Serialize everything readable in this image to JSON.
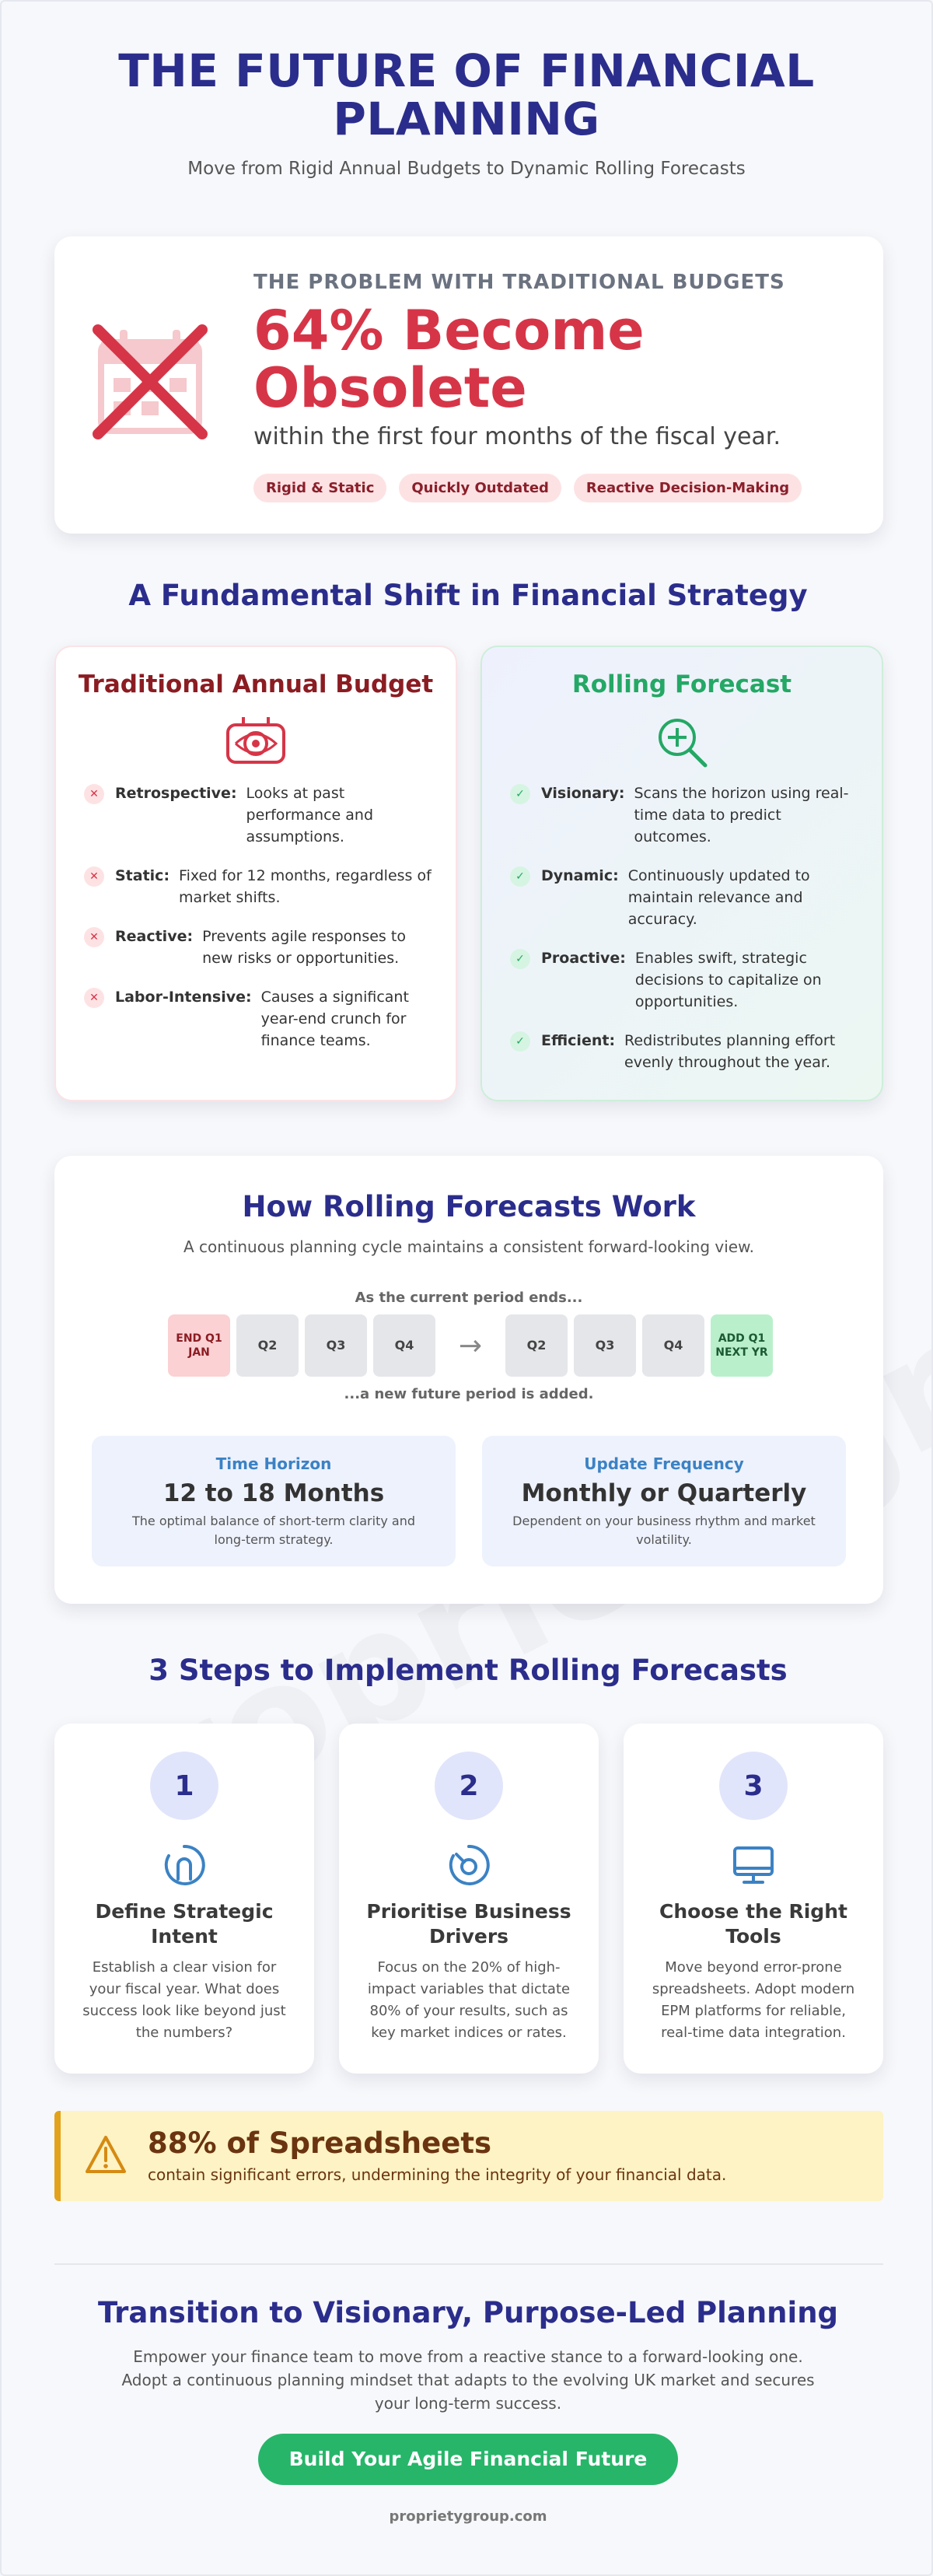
{
  "header": {
    "title": "THE FUTURE OF FINANCIAL PLANNING",
    "subtitle": "Move from Rigid Annual Budgets to Dynamic Rolling Forecasts"
  },
  "problem": {
    "kicker": "THE PROBLEM WITH TRADITIONAL BUDGETS",
    "headline": "64% Become Obsolete",
    "description": "within the first four months of the fiscal year.",
    "tags": [
      "Rigid & Static",
      "Quickly Outdated",
      "Reactive Decision-Making"
    ],
    "icon": "crossed-out-calendar-icon"
  },
  "shift": {
    "title": "A Fundamental Shift in Financial Strategy",
    "traditional": {
      "title": "Traditional Annual Budget",
      "icon": "rearview-eye-icon",
      "items": [
        {
          "term": "Retrospective:",
          "desc": "Looks at past performance and assumptions."
        },
        {
          "term": "Static:",
          "desc": "Fixed for 12 months, regardless of market shifts."
        },
        {
          "term": "Reactive:",
          "desc": "Prevents agile responses to new risks or opportunities."
        },
        {
          "term": "Labor-Intensive:",
          "desc": "Causes a significant year-end crunch for finance teams."
        }
      ]
    },
    "rolling": {
      "title": "Rolling Forecast",
      "icon": "magnifier-plus-icon",
      "items": [
        {
          "term": "Visionary:",
          "desc": "Scans the horizon using real-time data to predict outcomes."
        },
        {
          "term": "Dynamic:",
          "desc": "Continuously updated to maintain relevance and accuracy."
        },
        {
          "term": "Proactive:",
          "desc": "Enables swift, strategic decisions to capitalize on opportunities."
        },
        {
          "term": "Efficient:",
          "desc": "Redistributes planning effort evenly throughout the year."
        }
      ]
    }
  },
  "how": {
    "title": "How Rolling Forecasts Work",
    "lead": "A continuous planning cycle maintains a consistent forward-looking view.",
    "before_caption": "As the current period ends...",
    "after_caption": "...a new future period is added.",
    "current": [
      "END Q1\nJAN",
      "Q2",
      "Q3",
      "Q4"
    ],
    "next": [
      "Q2",
      "Q3",
      "Q4",
      "ADD Q1\nNEXT YR"
    ],
    "arrow": "→",
    "metrics": [
      {
        "label": "Time Horizon",
        "value": "12 to 18 Months",
        "note": "The optimal balance of short-term clarity and long-term strategy."
      },
      {
        "label": "Update Frequency",
        "value": "Monthly or Quarterly",
        "note": "Dependent on your business rhythm and market volatility."
      }
    ]
  },
  "steps": {
    "title": "3 Steps to Implement Rolling Forecasts",
    "items": [
      {
        "num": "1",
        "title": "Define Strategic Intent",
        "desc": "Establish a clear vision for your fiscal year. What does success look like beyond just the numbers?",
        "icon": "target-icon"
      },
      {
        "num": "2",
        "title": "Prioritise Business Drivers",
        "desc": "Focus on the 20% of high-impact variables that dictate 80% of your results, such as key market indices or rates.",
        "icon": "gauge-icon"
      },
      {
        "num": "3",
        "title": "Choose the Right Tools",
        "desc": "Move beyond error-prone spreadsheets. Adopt modern EPM platforms for reliable, real-time data integration.",
        "icon": "monitor-icon"
      }
    ]
  },
  "warning": {
    "title": "88% of Spreadsheets",
    "text": "contain significant errors, undermining the integrity of your financial data.",
    "icon": "warning-triangle-icon"
  },
  "cta": {
    "title": "Transition to Visionary, Purpose-Led Planning",
    "body": "Empower your finance team to move from a reactive stance to a forward-looking one. Adopt a continuous planning mindset that adapts to the evolving UK market and secures your long-term success.",
    "button": "Build Your Agile Financial Future",
    "footer": "proprietygroup.com"
  },
  "watermark": "proprietygroup",
  "colors": {
    "navy": "#2b2d8c",
    "red": "#d63548",
    "green": "#27b56a",
    "blue": "#3b82c4",
    "amber": "#e2a21b"
  }
}
